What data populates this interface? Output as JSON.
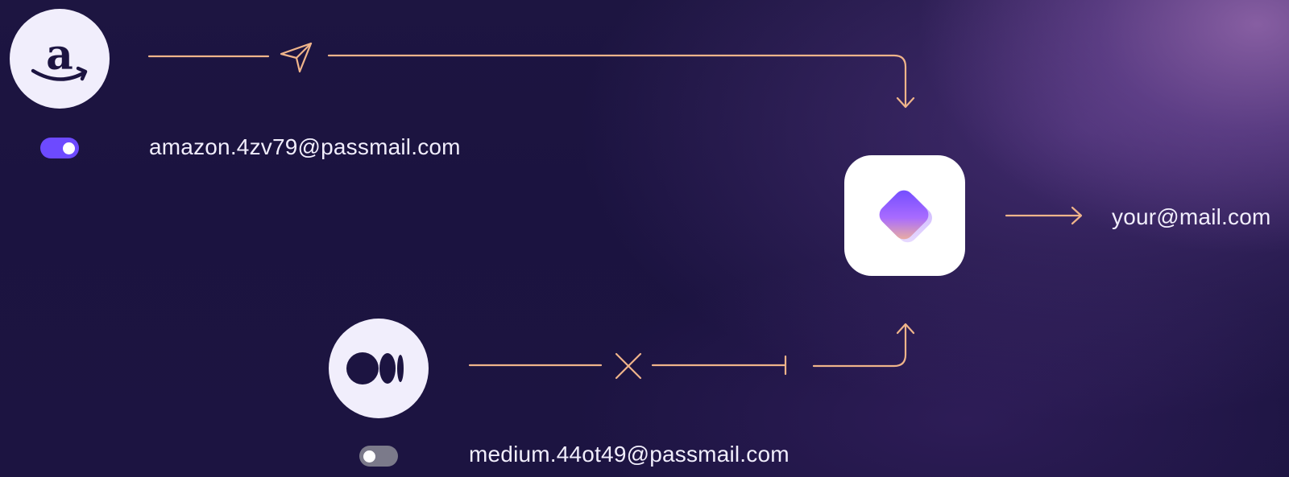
{
  "flow": {
    "amazon": {
      "alias": "amazon.4zv79@passmail.com",
      "toggle": "on",
      "status": "forwarding"
    },
    "medium": {
      "alias": "medium.44ot49@passmail.com",
      "toggle": "off",
      "status": "blocked"
    },
    "destination": "your@mail.com"
  },
  "colors": {
    "line": "#efb48a",
    "toggle_on": "#6d4aff",
    "toggle_off": "#7b7a8a",
    "text": "#f1eefc",
    "background": "#1c1441"
  },
  "icons": {
    "amazon_logo": "amazon-logo",
    "medium_logo": "medium-logo",
    "send": "paper-plane-icon",
    "block": "x-icon",
    "app": "proton-pass-logo"
  }
}
